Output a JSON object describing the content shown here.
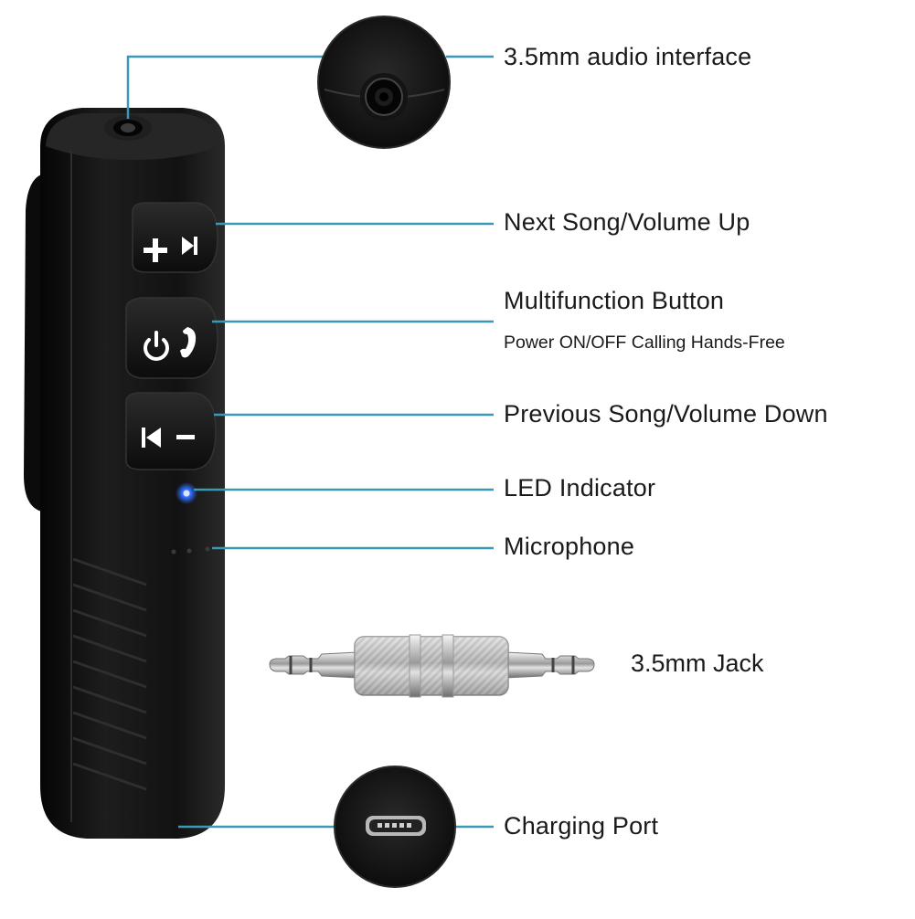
{
  "colors": {
    "leader_line": "#3a98b8",
    "device_body": "#141414",
    "led": "#2f6bff",
    "label_text": "#1a1a1a"
  },
  "labels": {
    "audio_interface": "3.5mm audio interface",
    "next_song": "Next Song/Volume Up",
    "multifunction_title": "Multifunction Button",
    "multifunction_sub": "Power ON/OFF Calling Hands-Free",
    "previous_song": "Previous Song/Volume Down",
    "led": "LED Indicator",
    "microphone": "Microphone",
    "jack": "3.5mm Jack",
    "charging": "Charging Port"
  },
  "icons": {
    "plus": "plus-icon",
    "next_track": "next-track-icon",
    "power": "power-icon",
    "phone": "phone-icon",
    "previous_track": "previous-track-icon",
    "minus": "minus-icon"
  }
}
